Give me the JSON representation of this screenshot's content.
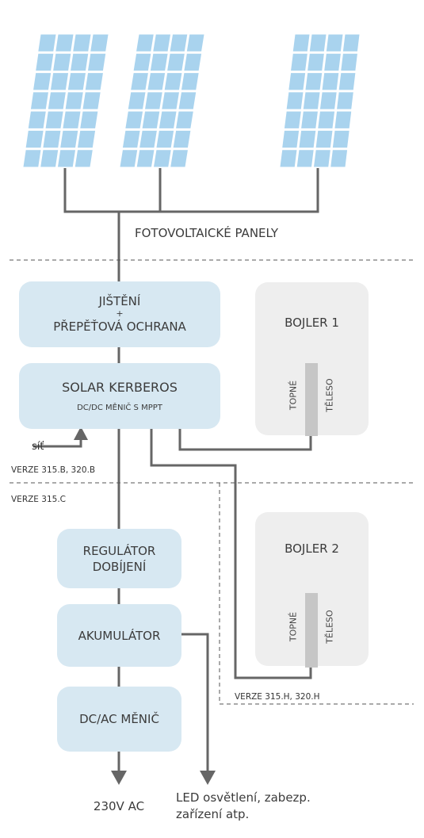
{
  "labels": {
    "panels": "FOTOVOLTAICKÉ PANELY",
    "protection_line1": "JIŠTĚNÍ",
    "protection_plus": "+",
    "protection_line2": "PŘEPĚŤOVÁ OCHRANA",
    "kerberos_title": "SOLAR  KERBEROS",
    "kerberos_sub": "DC/DC MĚNIČ S MPPT",
    "boiler1": "BOJLER 1",
    "boiler2": "BOJLER 2",
    "heater_left": "TOPNÉ",
    "heater_right": "TĚLESO",
    "grid": "síť",
    "version_b": "VERZE  315.B, 320.B",
    "version_c": "VERZE  315.C",
    "version_h": "VERZE 315.H, 320.H",
    "regulator_line1": "REGULÁTOR",
    "regulator_line2": "DOBÍJENÍ",
    "accumulator": "AKUMULÁTOR",
    "inverter": "DC/AC MĚNIČ",
    "output_ac": "230V AC",
    "output_led_line1": "LED osvětlení, zabezp.",
    "output_led_line2": "zařízení atp."
  },
  "colors": {
    "panel_fill": "#a9d3ee",
    "box_blue": "#d7e8f2",
    "box_grey": "#eeeeee",
    "line": "#666666",
    "heater_bar": "#c6c6c6"
  }
}
